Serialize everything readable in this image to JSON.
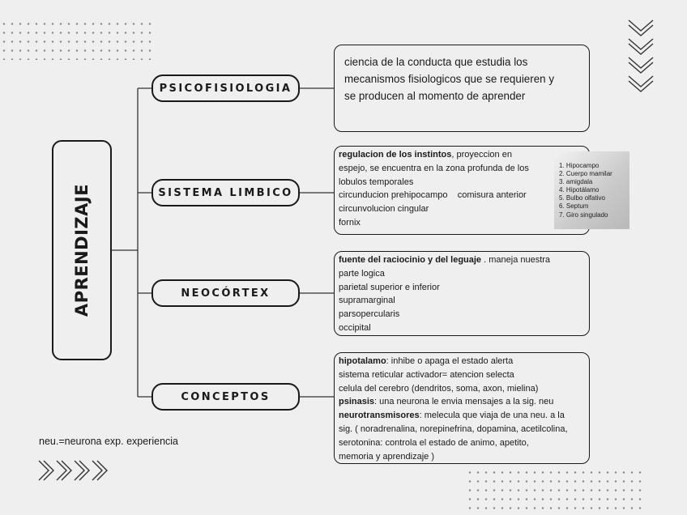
{
  "root": {
    "label": "APRENDIZAJE"
  },
  "topics": [
    {
      "label": "PSICOFISIOLOGIA"
    },
    {
      "label": "SISTEMA LIMBICO"
    },
    {
      "label": "NEOCÓRTEX"
    },
    {
      "label": "CONCEPTOS"
    }
  ],
  "psicofisiologia": {
    "lines": [
      "ciencia de la conducta que estudia los",
      "mecanismos fisiologicos que se requieren y",
      "se producen al momento de aprender"
    ]
  },
  "sistema_limbico": {
    "bold_lead": "regulacion de los instintos",
    "lead_rest": ", proyeccion en",
    "lines": [
      "espejo, se encuentra en la zona profunda de los",
      "lobulos temporales",
      "circunducion prehipocampo    comisura anterior",
      "circunvolucion cingular",
      "fornix"
    ],
    "parts_list": [
      "1. Hipocampo",
      "2. Cuerpo mamilar",
      "3. amigdala",
      "4. Hipotálamo",
      "5. Bulbo olfativo",
      "6. Septum",
      "7. Giro singulado"
    ]
  },
  "neocortex": {
    "bold_lead": "fuente del raciocinio y del leguaje",
    "lead_rest": " . maneja nuestra",
    "lines": [
      "parte logica",
      "parietal superior e inferior",
      "supramarginal",
      "parsopercularis",
      "occipital"
    ]
  },
  "conceptos": {
    "l1_bold": "hipotalamo",
    "l1_rest": ": inhibe o apaga el estado alerta",
    "l2": "sistema reticular activador= atencion selecta",
    "l3": "celula del cerebro (dendritos, soma, axon, mielina)",
    "l4_bold": "psinasis",
    "l4_rest": ": una neurona le envia mensajes a la sig. neu",
    "l5_bold": "neurotransmisores",
    "l5_rest": ": melecula que viaja de una neu. a la",
    "l6": "sig. ( noradrenalina, norepinefrina, dopamina, acetilcolina,",
    "l7": "serotonina: controla el estado de animo, apetito,",
    "l8": "memoria y aprendizaje )"
  },
  "footnote": "neu.=neurona  exp. experiencia",
  "decor": {
    "chevron_right_icons": 4,
    "chevron_down_icons": 4
  }
}
